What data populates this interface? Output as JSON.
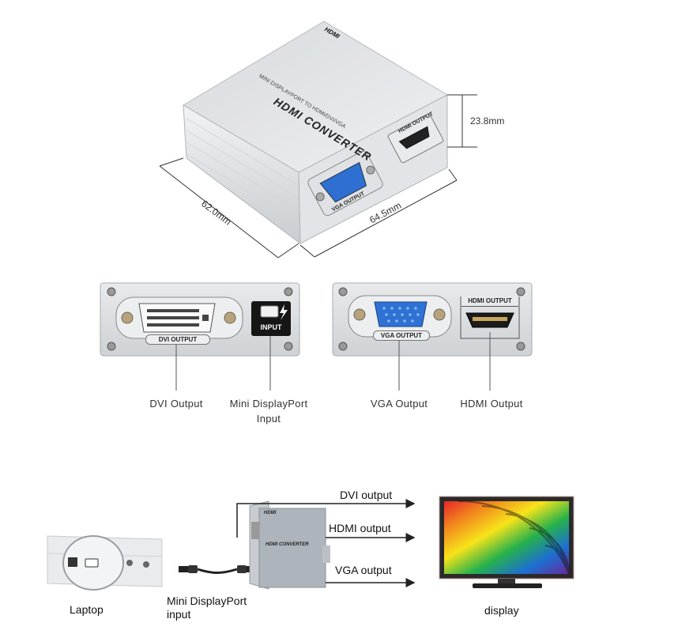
{
  "top_device": {
    "brand_logo": "HDMI",
    "title": "HDMI CONVERTER",
    "subtitle": "MINI DISPLAYPORT TO HDMI/DVI/VGA",
    "port_vga": "VGA OUTPUT",
    "port_hdmi": "HDMI OUTPUT",
    "dim_height": "23.8mm",
    "dim_width": "64.5mm",
    "dim_depth": "62.0mm"
  },
  "panels": {
    "left": {
      "dvi_label": "DVI OUTPUT",
      "input_label": "INPUT"
    },
    "right": {
      "vga_label": "VGA OUTPUT",
      "hdmi_label": "HDMI OUTPUT"
    }
  },
  "callouts": {
    "dvi": "DVI Output",
    "mdp_line1": "Mini DisplayPort",
    "mdp_line2": "Input",
    "vga": "VGA Output",
    "hdmi": "HDMI Output"
  },
  "connection": {
    "laptop": "Laptop",
    "mdp_line1": "Mini DisplayPort",
    "mdp_line2": "input",
    "dvi_out": "DVI output",
    "hdmi_out": "HDMI output",
    "vga_out": "VGA output",
    "display": "display",
    "box_logo": "HDMI",
    "box_title": "HDMI CONVERTER"
  }
}
